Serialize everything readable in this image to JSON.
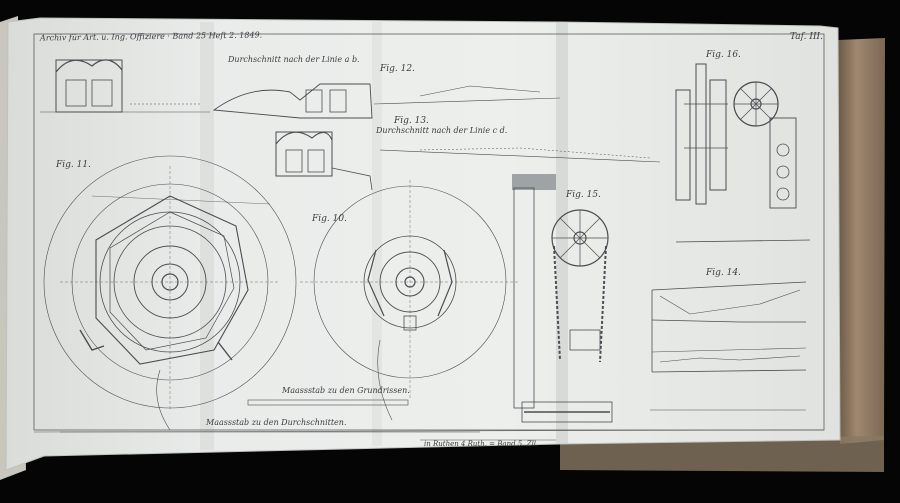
{
  "plate": {
    "header": "Archiv für Art. u. Ing. Offiziere · Band 25 Heft 2. 1849.",
    "plate_number": "Taf. III.",
    "fig_labels": {
      "fig10": "Fig. 10.",
      "fig11": "Fig. 11.",
      "fig12": "Fig. 12.",
      "fig13": "Fig. 13.",
      "fig14": "Fig. 14.",
      "fig15": "Fig. 15.",
      "fig16": "Fig. 16."
    },
    "section_ab": "Durchschnitt nach der Linie a b.",
    "section_cd": "Durchschnitt nach der Linie c d.",
    "scale_ground": "Maassstab zu den Grundrissen.",
    "scale_sections": "Maassstab zu den Durchschnitten.",
    "imprint": "in Ruthen 4 Ruth. = Band 5. Zll."
  },
  "colors": {
    "background": "#050505",
    "paper": "#e8ebe8",
    "ink": "#44484c"
  }
}
